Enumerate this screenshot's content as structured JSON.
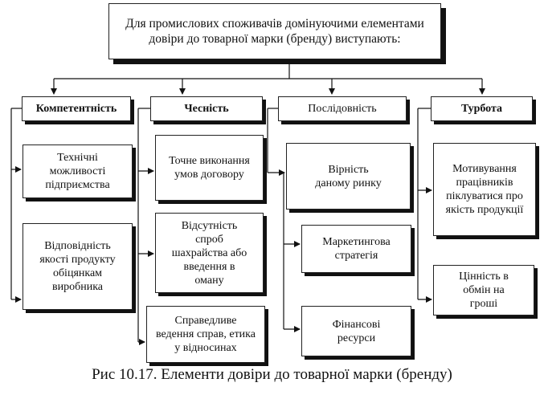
{
  "top": "Для промислових споживачів домінуючими елементами довіри до товарної марки (бренду) виступають:",
  "columns": [
    {
      "title": "Компетентність",
      "items": [
        "Технічні можливості підприємства",
        "Відповідність якості продукту обіцянкам виробника"
      ]
    },
    {
      "title": "Чесність",
      "items": [
        "Точне виконання умов договору",
        "Відсутність спроб шахрайства або введення в оману",
        "Справедливе ведення справ, етика у відносинах"
      ]
    },
    {
      "title": "Послідовність",
      "items": [
        "Вірність даному ринку",
        "Маркетингова стратегія",
        "Фінансові ресурси"
      ]
    },
    {
      "title": "Турбота",
      "items": [
        "Мотивування працівників піклуватися про якість продукції",
        "Цінність в обмін на гроші"
      ]
    }
  ],
  "caption": "Рис 10.17. Елементи довіри до товарної марки (бренду)"
}
